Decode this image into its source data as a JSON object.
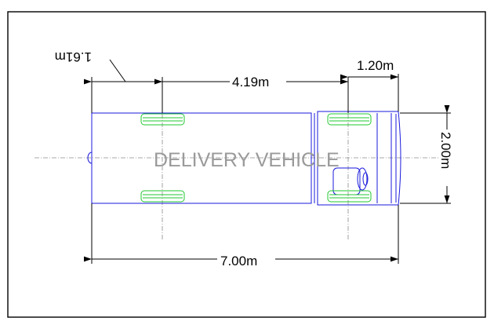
{
  "drawing": {
    "watermark_label": "DELIVERY VEHICLE",
    "dimensions": {
      "rear_overhang": "1.61m",
      "wheelbase": "4.19m",
      "front_overhang": "1.20m",
      "overall_width": "2.00m",
      "overall_length": "7.00m"
    },
    "colors": {
      "frame": "#000000",
      "vehicle_outline": "#1a1adc",
      "wheels": "#22c832",
      "centerlines": "#8c8c8c",
      "dimension_lines": "#000000",
      "watermark": "#9a9a9a"
    },
    "icons": {
      "dimension_arrow": "arrowhead-icon",
      "steering_wheel": "steering-wheel-icon",
      "driver_seat": "seat-icon",
      "tow_hitch": "hitch-icon"
    }
  }
}
